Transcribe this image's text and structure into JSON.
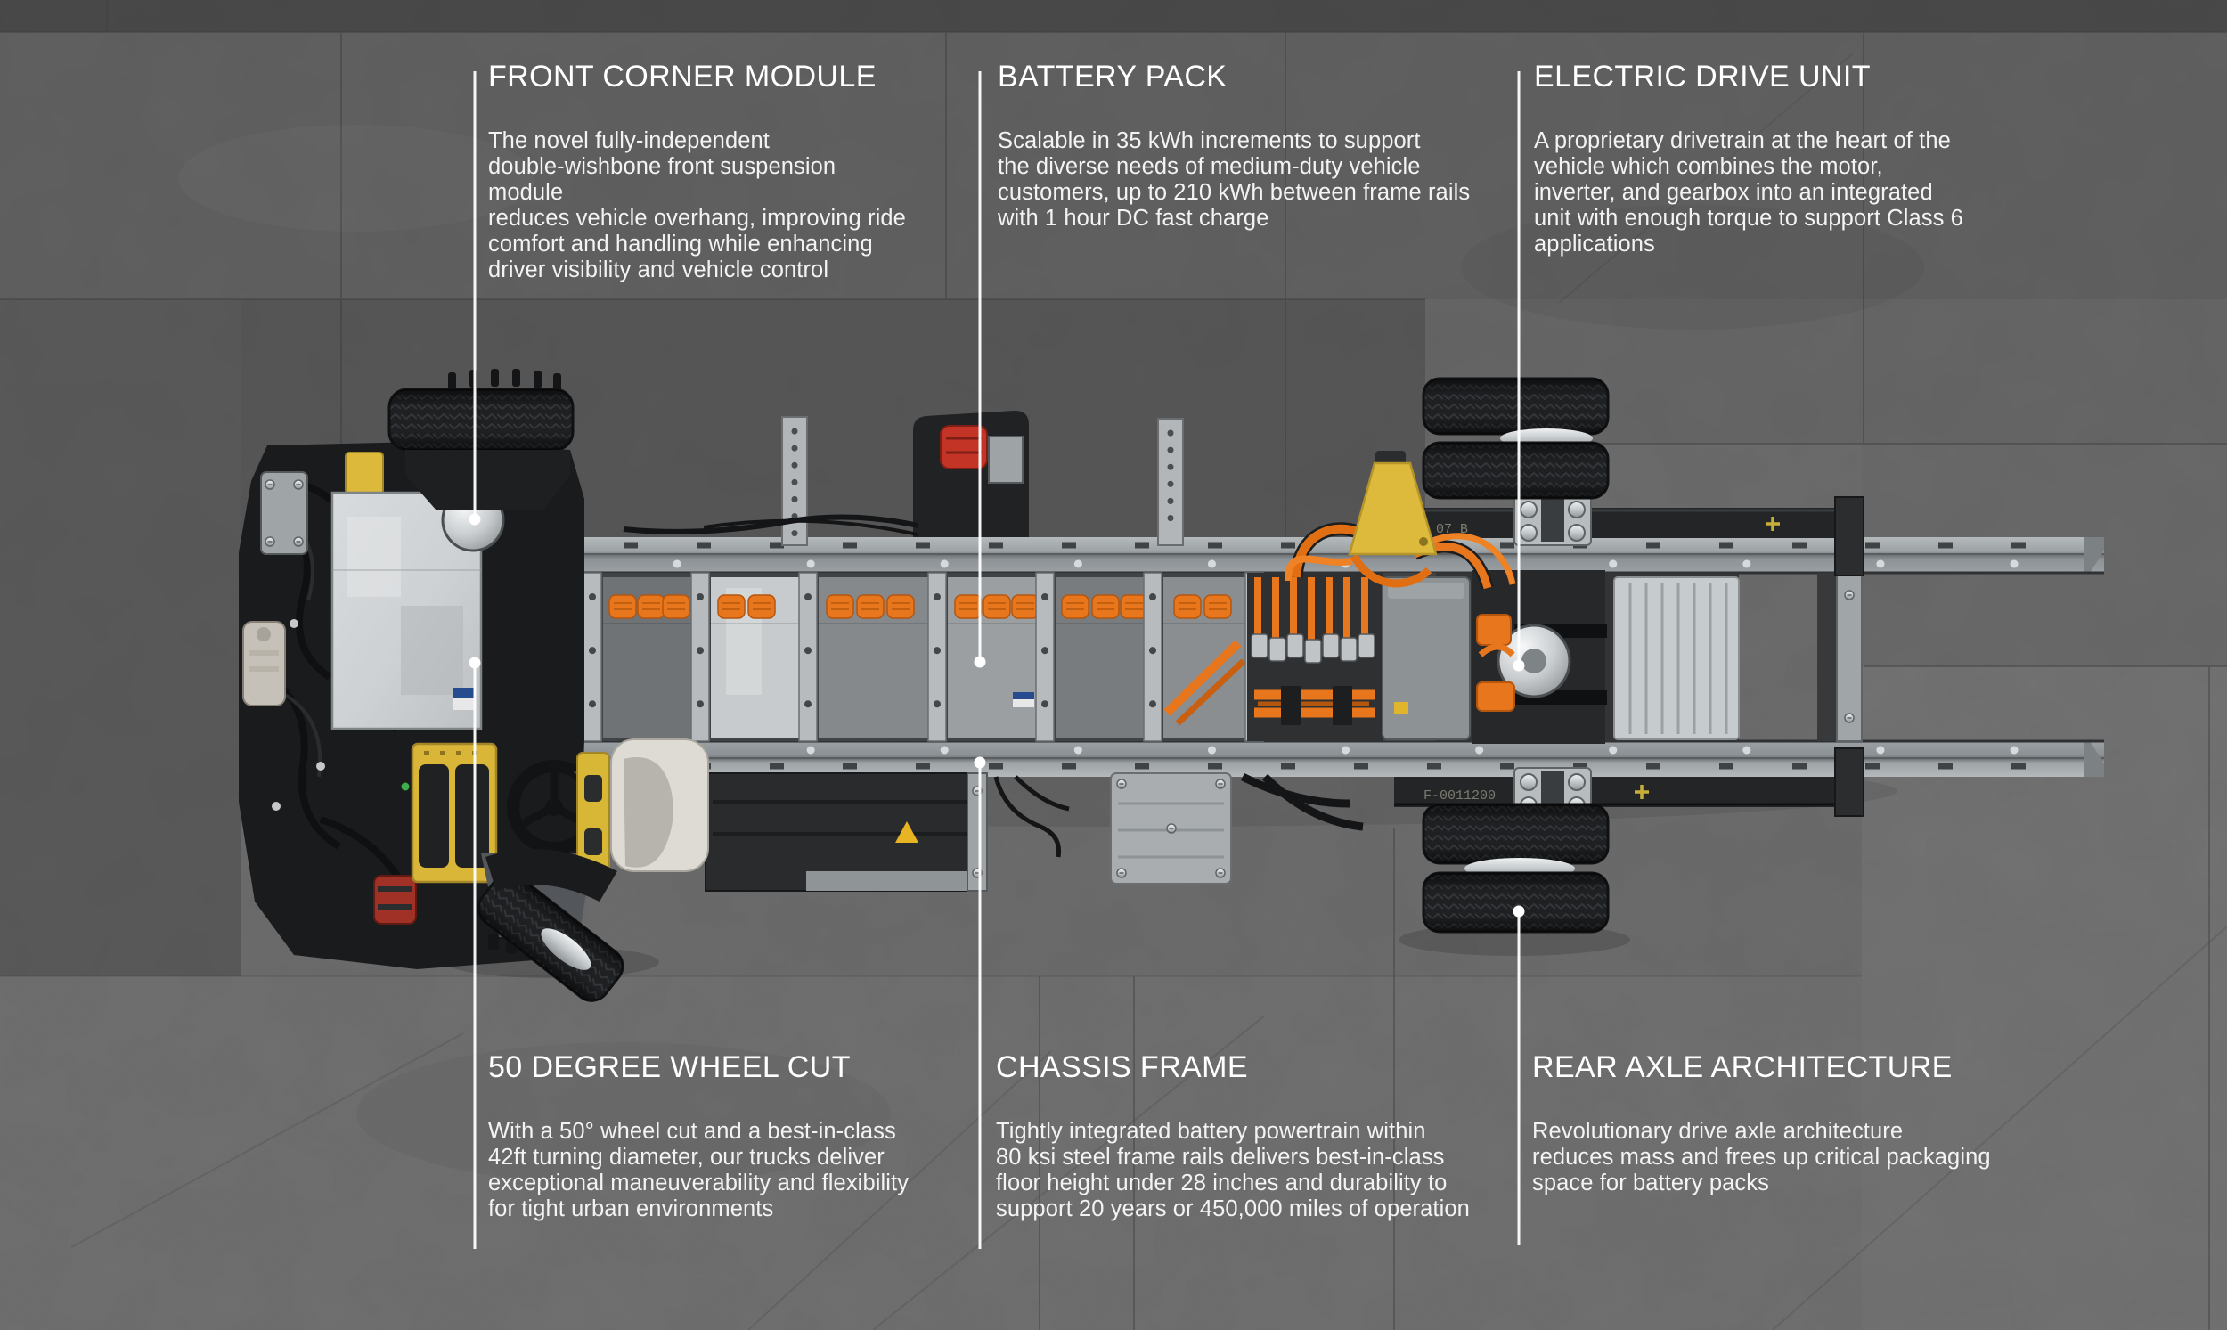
{
  "callouts": {
    "front_corner_module": {
      "heading": "FRONT CORNER MODULE",
      "body": "The novel fully-independent\ndouble-wishbone front suspension module\nreduces vehicle overhang, improving ride\ncomfort and handling while enhancing\ndriver visibility and vehicle control"
    },
    "battery_pack": {
      "heading": "BATTERY PACK",
      "body": "Scalable in 35 kWh increments to support\nthe diverse needs of medium-duty vehicle\ncustomers, up to 210 kWh between frame rails\nwith 1 hour DC fast charge"
    },
    "electric_drive_unit": {
      "heading": "ELECTRIC DRIVE UNIT",
      "body": "A proprietary drivetrain at the heart of the\nvehicle which combines the motor,\ninverter, and gearbox into an integrated\nunit with enough torque to support Class 6\napplications"
    },
    "fifty_degree_wheel_cut": {
      "heading": "50 DEGREE WHEEL CUT",
      "body": "With a 50° wheel cut and a best-in-class\n42ft turning diameter, our trucks deliver\nexceptional maneuverability and flexibility\nfor tight urban environments"
    },
    "chassis_frame": {
      "heading": "CHASSIS FRAME",
      "body": "Tightly integrated battery powertrain within\n80 ksi steel frame rails delivers best-in-class\nfloor height under 28 inches and durability to\nsupport 20 years or 450,000 miles of operation"
    },
    "rear_axle_architecture": {
      "heading": "REAR AXLE ARCHITECTURE",
      "body": "Revolutionary drive axle architecture\nreduces mass and frees up critical packaging\nspace for battery packs"
    }
  },
  "truck": {
    "stencil_top_beam": "07 B",
    "stencil_bottom_beam": "F-0011200"
  },
  "colors": {
    "background_concrete": "#6d6d6d",
    "callout_text": "#ffffff",
    "callout_line": "#ffffff",
    "cable_orange": "#e8761d",
    "safety_yellow": "#d9b637",
    "rail_silver": "#9da2a5",
    "tire_black": "#1e2022"
  }
}
